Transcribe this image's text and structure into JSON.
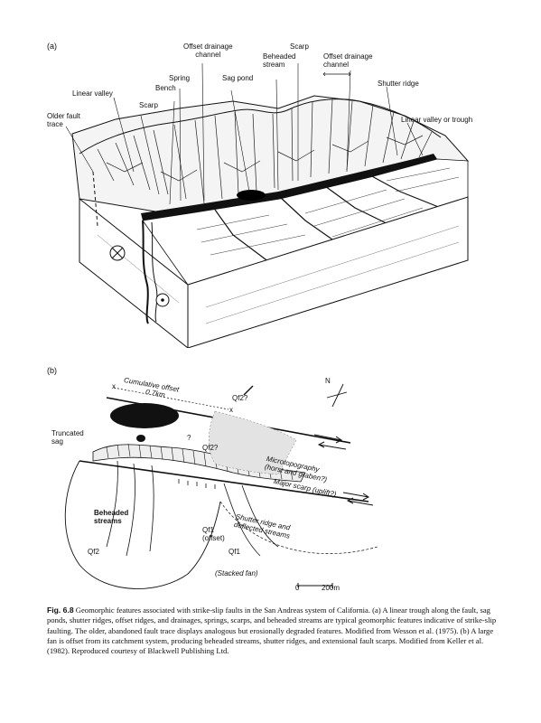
{
  "panel_a": {
    "tag": "(a)",
    "labels": {
      "offset_drainage_1": "Offset drainage\nchannel",
      "scarp_top": "Scarp",
      "beheaded_stream": "Beheaded\nstream",
      "offset_drainage_2": "Offset drainage\nchannel",
      "spring": "Spring",
      "sag_pond": "Sag pond",
      "bench": "Bench",
      "shutter_ridge": "Shutter ridge",
      "linear_valley": "Linear valley",
      "scarp_left": "Scarp",
      "older_fault_trace": "Older fault\ntrace",
      "linear_valley_trough": "Linear valley or trough"
    }
  },
  "panel_b": {
    "tag": "(b)",
    "labels": {
      "cumulative_offset": "Cumulative offset",
      "offset_distance": "0.7km",
      "x1": "x",
      "x2": "x",
      "qf2_top": "Qf2?",
      "qf2_mid": "Qf2?",
      "truncated_sag": "Truncated\nsag",
      "microtopography": "Microtopography\n(horst and graben?)",
      "major_scarp": "Major scarp (uplift?)",
      "beheaded_streams": "Beheaded\nstreams",
      "shutter_ridge": "Shutter ridge and\ndeflected streams",
      "qf1_offset": "Qf1\n(offset)",
      "qf1": "Qf1",
      "qf2": "Qf2",
      "stacked_fan": "(Stacked fan)",
      "question": "?",
      "north": "N",
      "scale_0": "0",
      "scale_200": "200m"
    }
  },
  "caption": {
    "fig_label": "Fig. 6.8",
    "text": " Geomorphic features associated with strike-slip faults in the San Andreas system of California. (a) A linear trough along the fault, sag ponds, shutter ridges, offset ridges, and drainages, springs, scarps, and beheaded streams are typical geomorphic features indicative of strike-slip faulting. The older, abandoned fault trace displays analogous but erosionally degraded features. Modified from Wesson et al. (1975). (b) A large fan is offset from its catchment system, producing beheaded streams, shutter ridges, and extensional fault scarps. Modified from Keller et al. (1982). Reproduced courtesy of Blackwell Publishing Ltd."
  }
}
